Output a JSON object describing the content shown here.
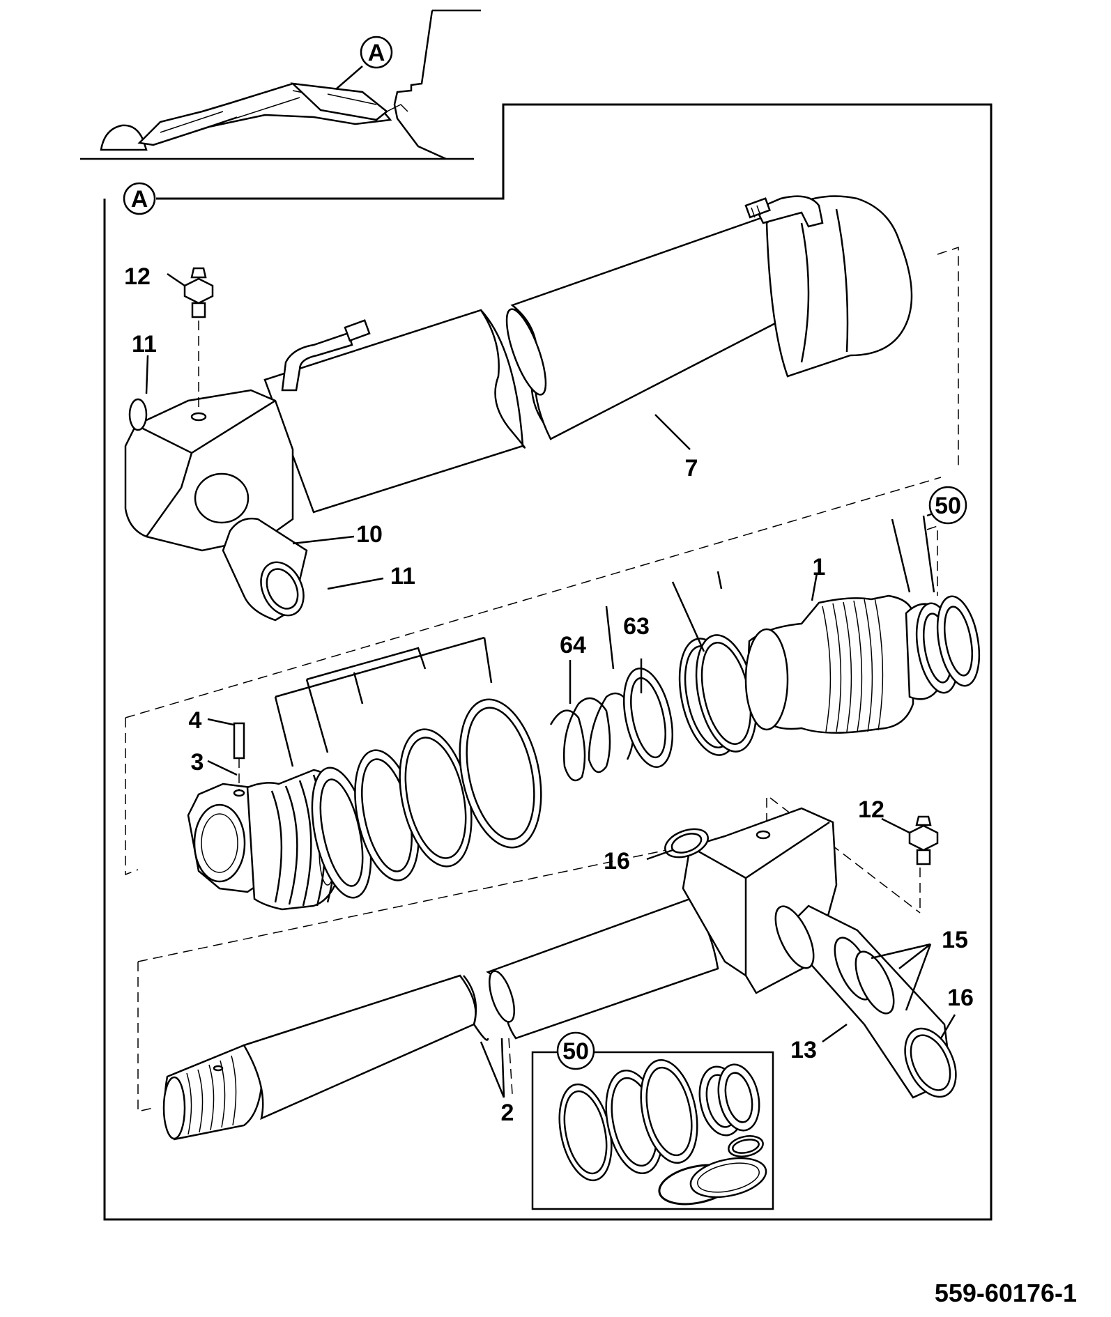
{
  "diagram": {
    "view_ref": "A",
    "callouts": {
      "c1": "1",
      "c2": "2",
      "c3": "3",
      "c4": "4",
      "c7": "7",
      "c10": "10",
      "c11a": "11",
      "c11b": "11",
      "c12a": "12",
      "c12b": "12",
      "c13": "13",
      "c15": "15",
      "c16a": "16",
      "c16b": "16",
      "c50a": "50",
      "c50b": "50",
      "c63": "63",
      "c64": "64"
    },
    "drawing_number": "559-60176-1"
  }
}
